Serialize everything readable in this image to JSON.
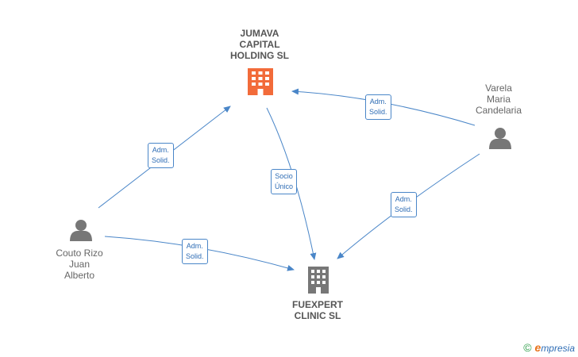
{
  "nodes": {
    "jumava": {
      "label": "JUMAVA\nCAPITAL\nHOLDING  SL",
      "color": "#f26b3a"
    },
    "fuexpert": {
      "label": "FUEXPERT\nCLINIC SL",
      "color": "#777777"
    },
    "varela": {
      "label": "Varela\nMaria\nCandelaria",
      "color": "#777777"
    },
    "couto": {
      "label": "Couto Rizo\nJuan\nAlberto",
      "color": "#777777"
    }
  },
  "edges": {
    "couto_jumava": "Adm.\nSolid.",
    "couto_fuexpert": "Adm.\nSolid.",
    "varela_jumava": "Adm.\nSolid.",
    "varela_fuexpert": "Adm.\nSolid.",
    "jumava_fuexpert": "Socio\nÚnico"
  },
  "footer": {
    "copyright": "©",
    "brand_initial": "e",
    "brand_rest": "mpresia"
  },
  "colors": {
    "edge": "#4a86c8",
    "label_text": "#2f6db5"
  }
}
